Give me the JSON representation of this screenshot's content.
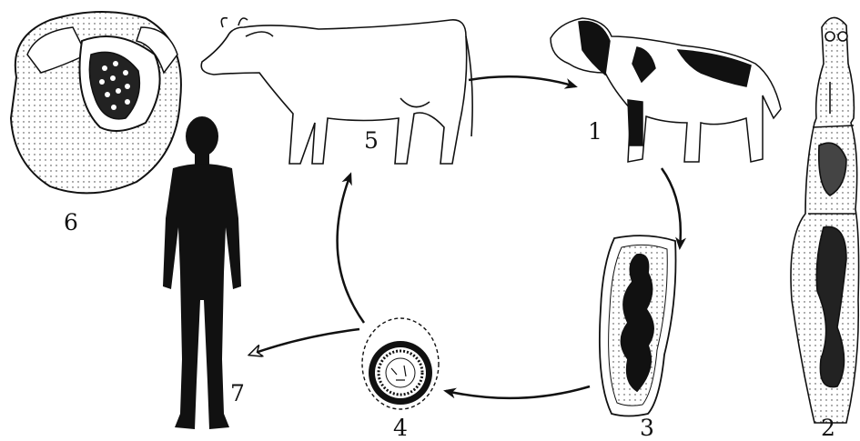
{
  "diagram": {
    "labels": {
      "dog": "1",
      "adult_worm": "2",
      "segment": "3",
      "egg": "4",
      "cow": "5",
      "cyst": "6",
      "human": "7"
    }
  }
}
